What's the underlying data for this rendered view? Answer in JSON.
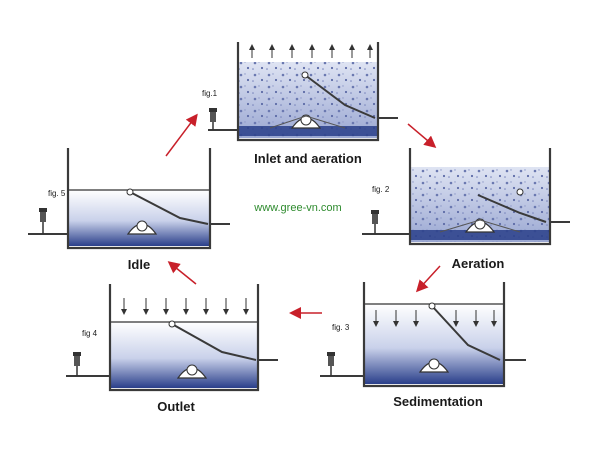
{
  "diagram": {
    "watermark": "www.gree-vn.com",
    "arrow_color": "#c8202a",
    "water_dark": "#2a3f8a",
    "water_light": "#d6dcef",
    "stages": [
      {
        "id": "inlet",
        "label": "Inlet and aeration",
        "fig": "fig.1"
      },
      {
        "id": "aeration",
        "label": "Aeration",
        "fig": "fig. 2"
      },
      {
        "id": "sedimentation",
        "label": "Sedimentation",
        "fig": "fig. 3"
      },
      {
        "id": "outlet",
        "label": "Outlet",
        "fig": "fig 4"
      },
      {
        "id": "idle",
        "label": "Idle",
        "fig": "fig. 5"
      }
    ]
  }
}
